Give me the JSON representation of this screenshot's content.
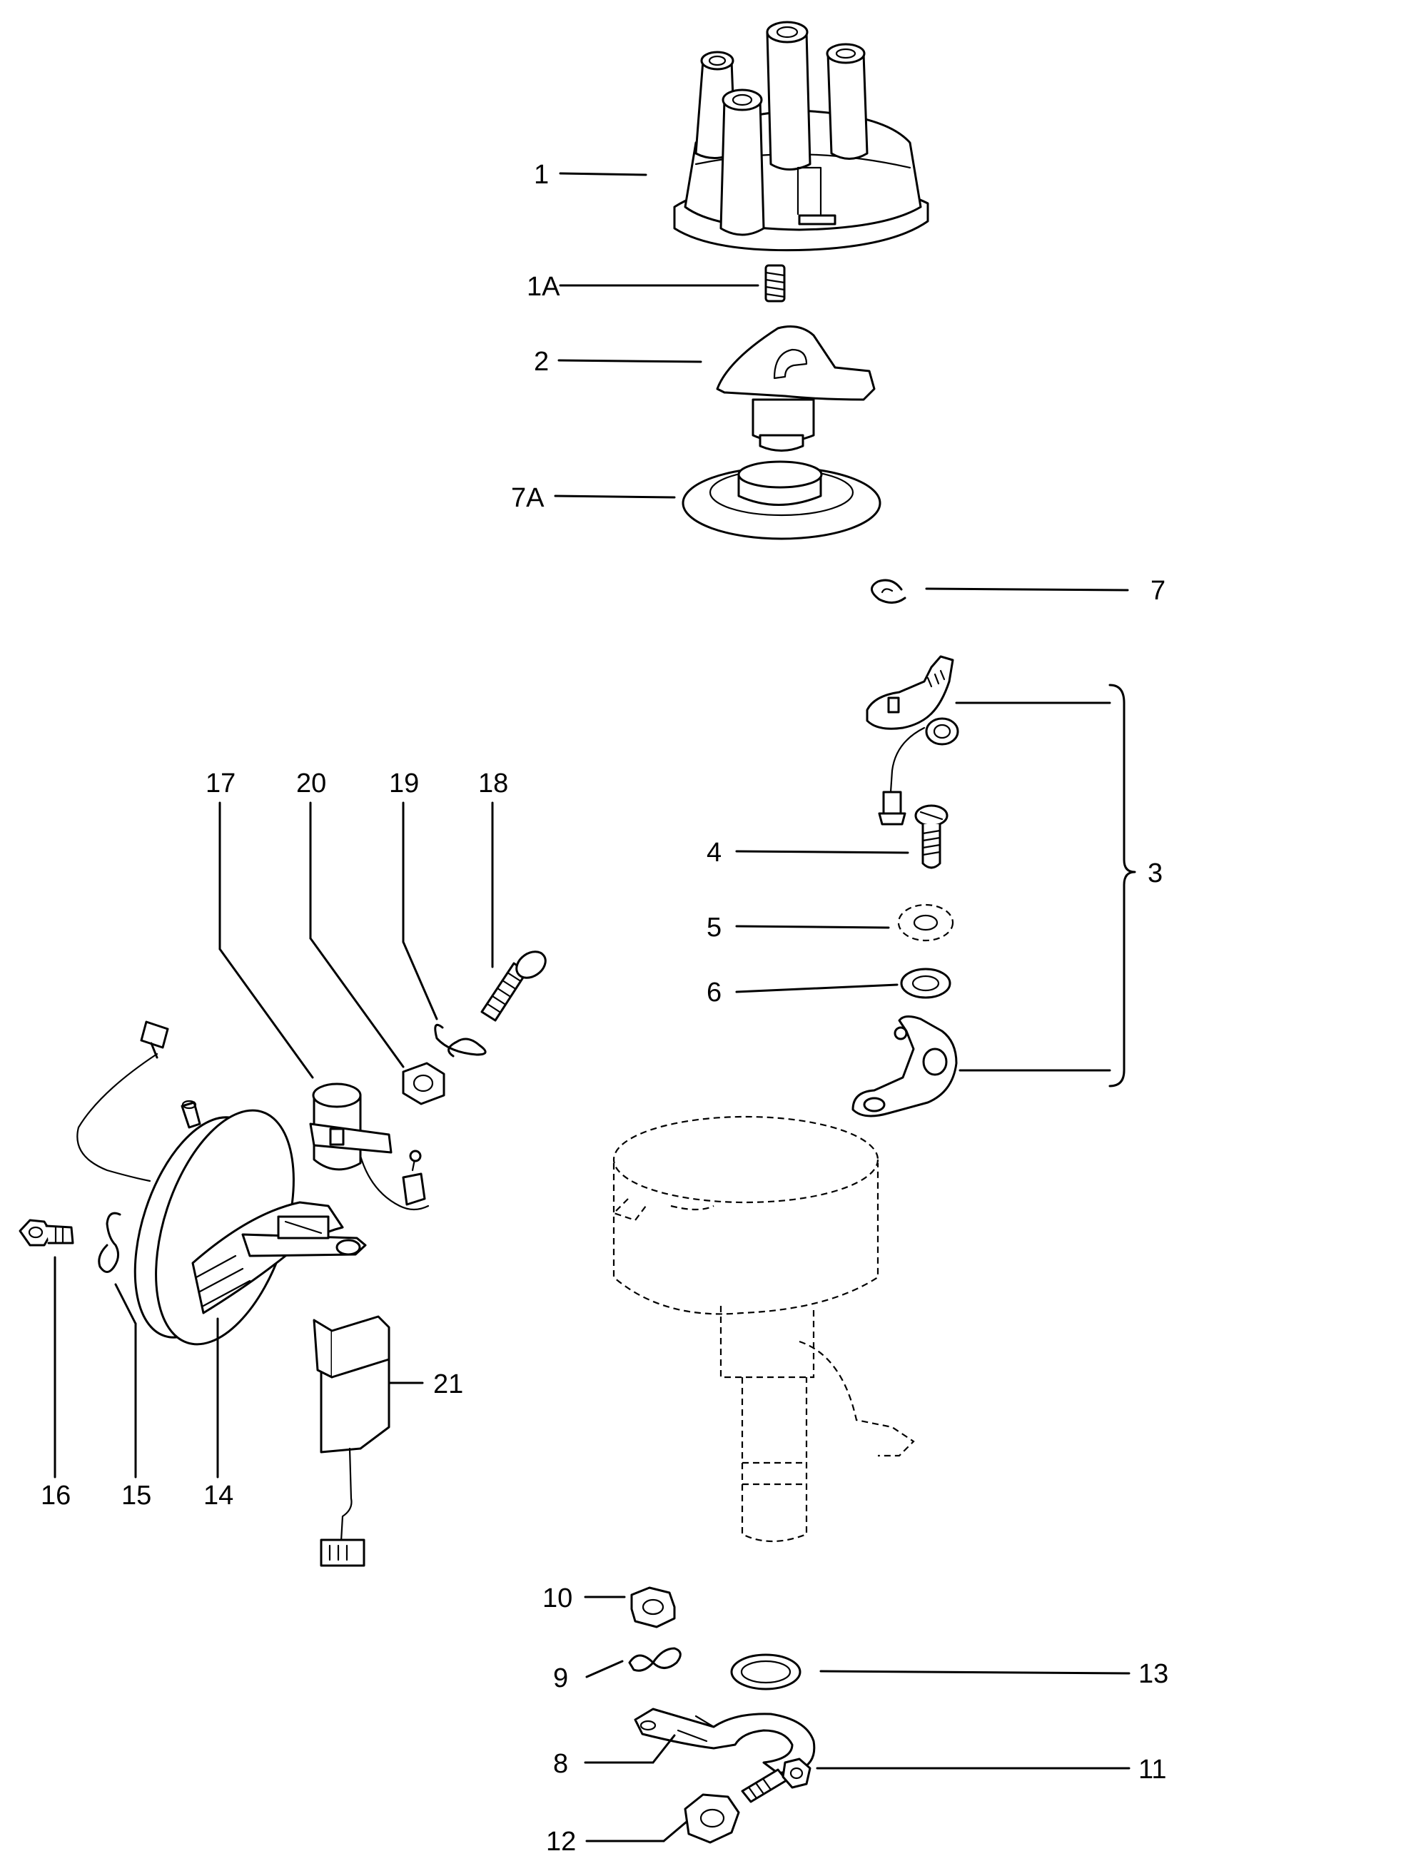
{
  "callouts": {
    "c1": "1",
    "c1a": "1A",
    "c2": "2",
    "c7a": "7A",
    "c7": "7",
    "c3": "3",
    "c4": "4",
    "c5": "5",
    "c6": "6",
    "c17": "17",
    "c20": "20",
    "c19": "19",
    "c18": "18",
    "c16": "16",
    "c15": "15",
    "c14": "14",
    "c21": "21",
    "c10": "10",
    "c9": "9",
    "c13": "13",
    "c8": "8",
    "c11": "11",
    "c12": "12"
  }
}
